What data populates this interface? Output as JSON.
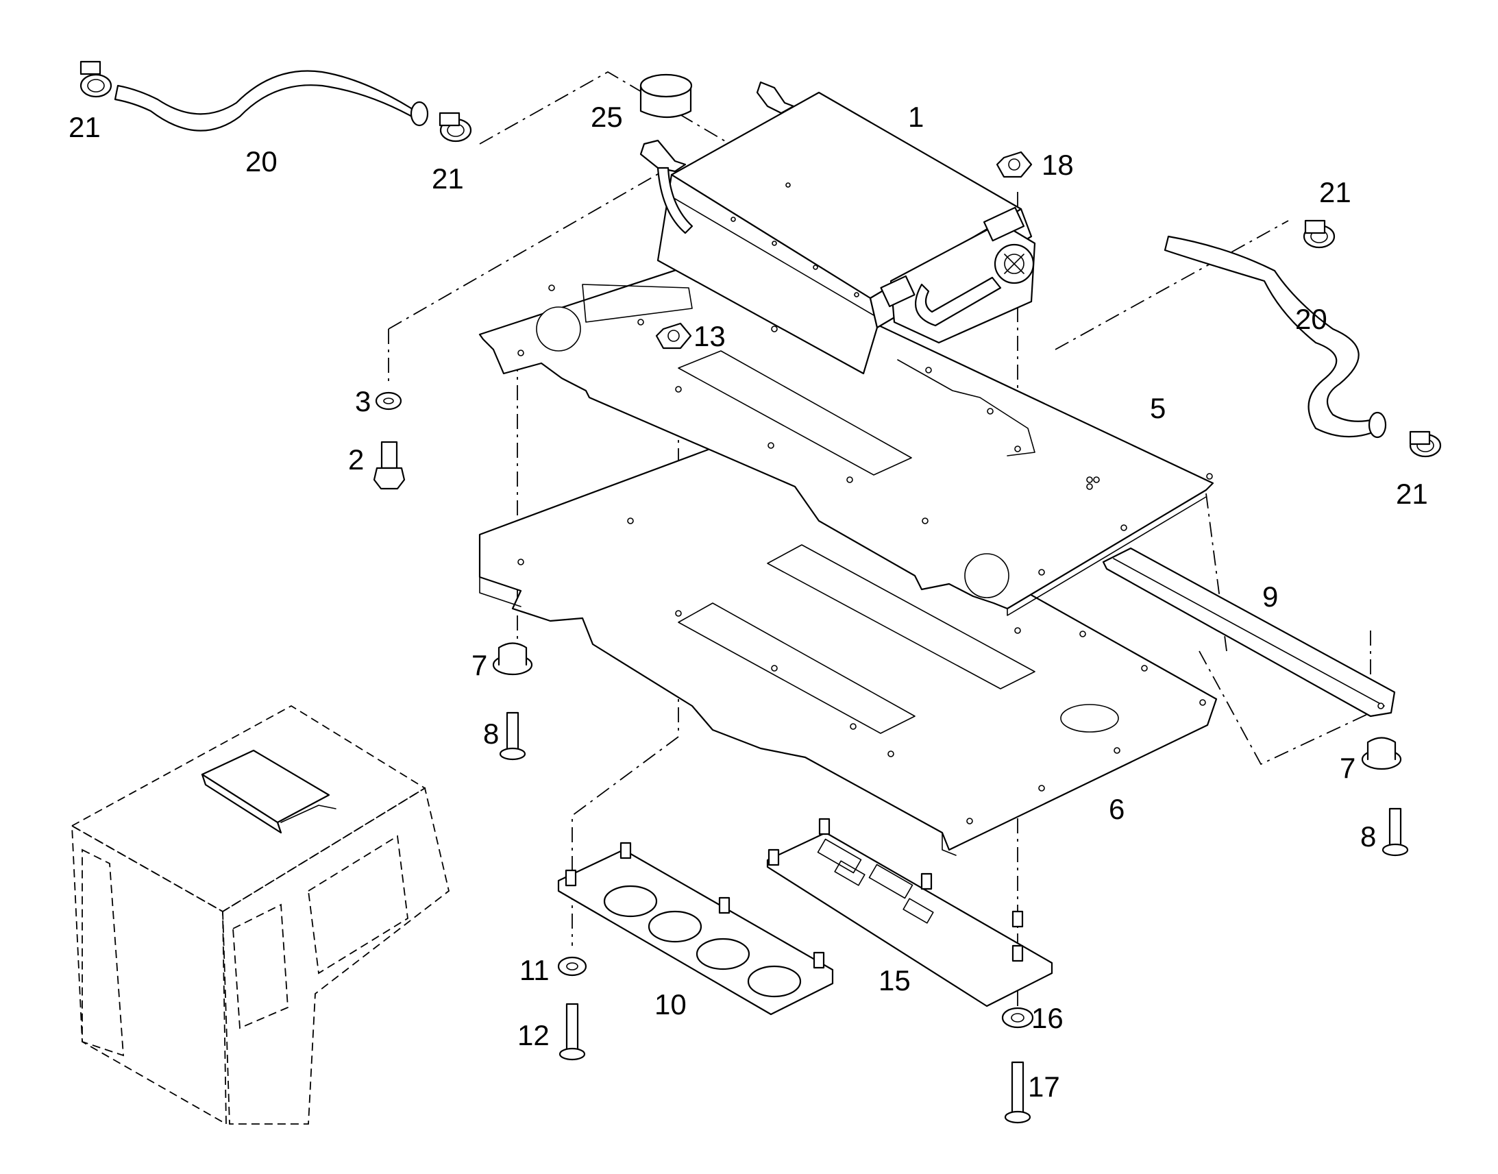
{
  "callouts": {
    "c1": "1",
    "c2": "2",
    "c3": "3",
    "c5": "5",
    "c6": "6",
    "c7a": "7",
    "c7b": "7",
    "c8a": "8",
    "c8b": "8",
    "c9": "9",
    "c10": "10",
    "c11": "11",
    "c12": "12",
    "c13": "13",
    "c15": "15",
    "c16": "16",
    "c17": "17",
    "c18": "18",
    "c20a": "20",
    "c20b": "20",
    "c21a": "21",
    "c21b": "21",
    "c21c": "21",
    "c21d": "21",
    "c25": "25"
  }
}
